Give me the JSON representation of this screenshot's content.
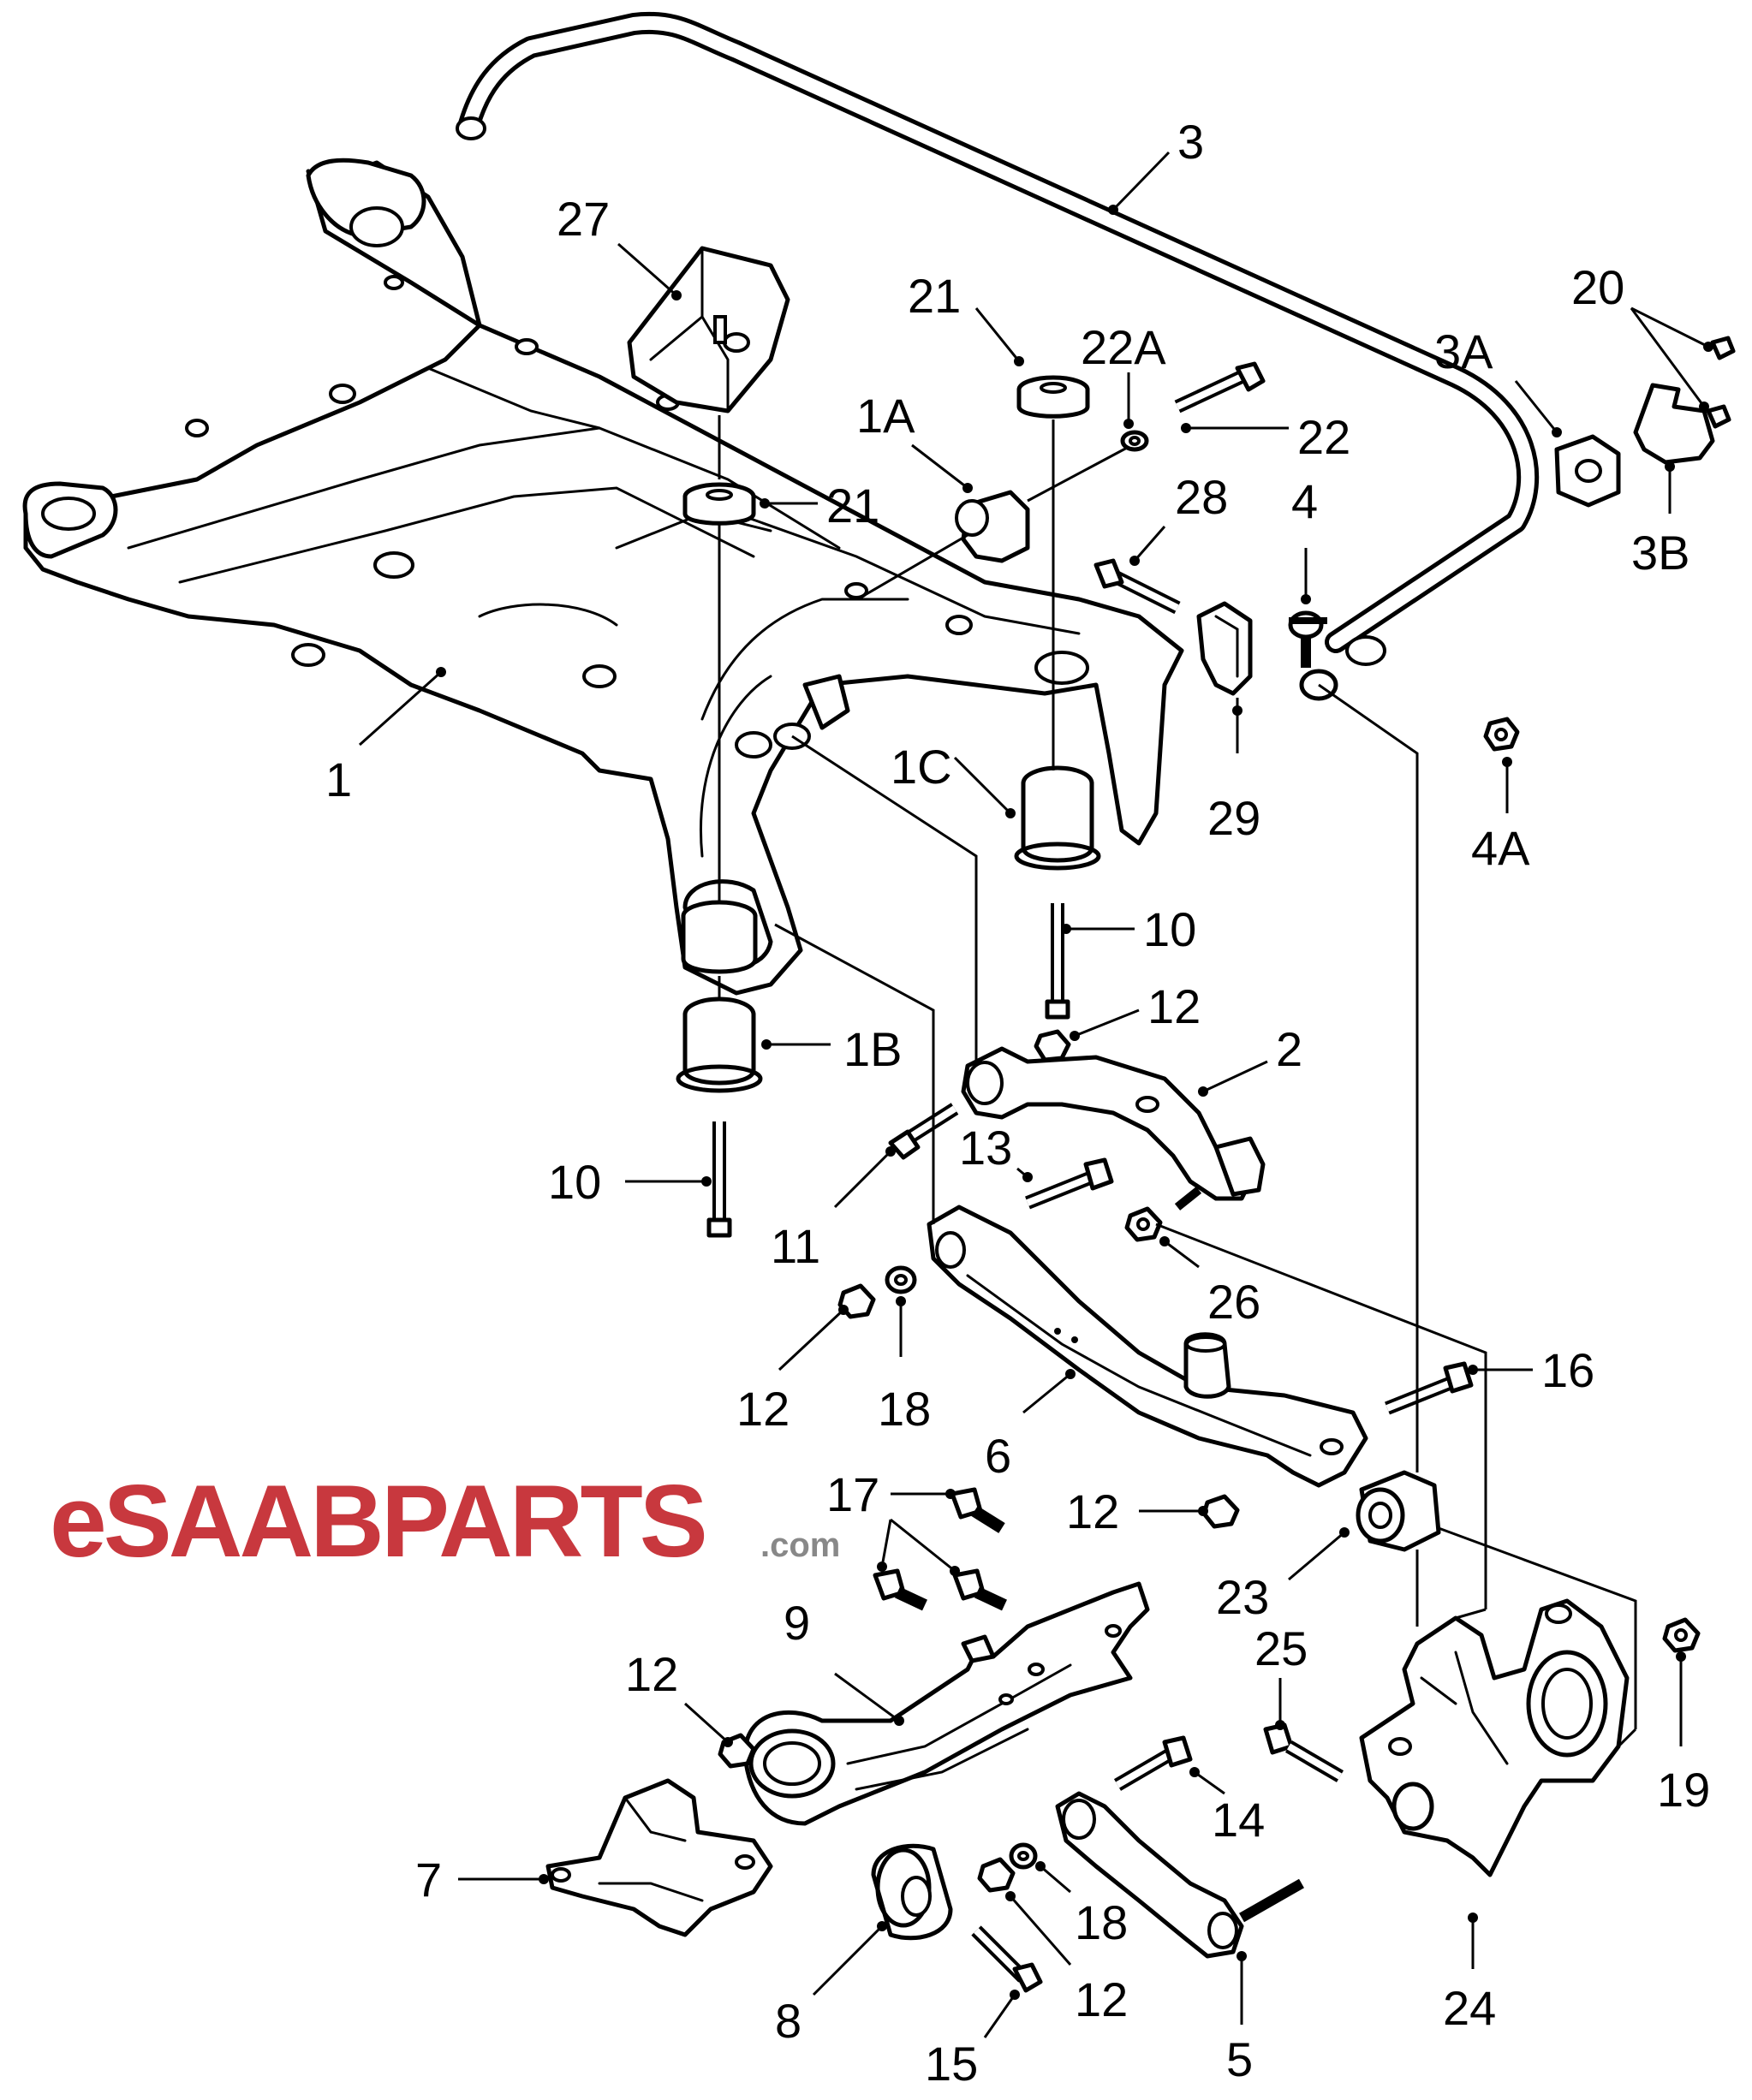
{
  "logo": {
    "part1": "eSAAB",
    "part2": "PARTS",
    "part3": ".com",
    "color_red": "#c8383e",
    "color_gray": "#888888"
  },
  "labels": {
    "l1": "1",
    "l1A": "1A",
    "l1B": "1B",
    "l1C": "1C",
    "l2": "2",
    "l3": "3",
    "l3A": "3A",
    "l3B": "3B",
    "l4": "4",
    "l4A": "4A",
    "l5": "5",
    "l6": "6",
    "l7": "7",
    "l8": "8",
    "l9": "9",
    "l10a": "10",
    "l10b": "10",
    "l11": "11",
    "l12a": "12",
    "l12b": "12",
    "l12c": "12",
    "l12d": "12",
    "l12e": "12",
    "l13": "13",
    "l14": "14",
    "l15": "15",
    "l16": "16",
    "l17": "17",
    "l18a": "18",
    "l18b": "18",
    "l19": "19",
    "l20": "20",
    "l21a": "21",
    "l21b": "21",
    "l22": "22",
    "l22A": "22A",
    "l23": "23",
    "l24": "24",
    "l25": "25",
    "l26": "26",
    "l27": "27",
    "l28": "28",
    "l29": "29"
  }
}
